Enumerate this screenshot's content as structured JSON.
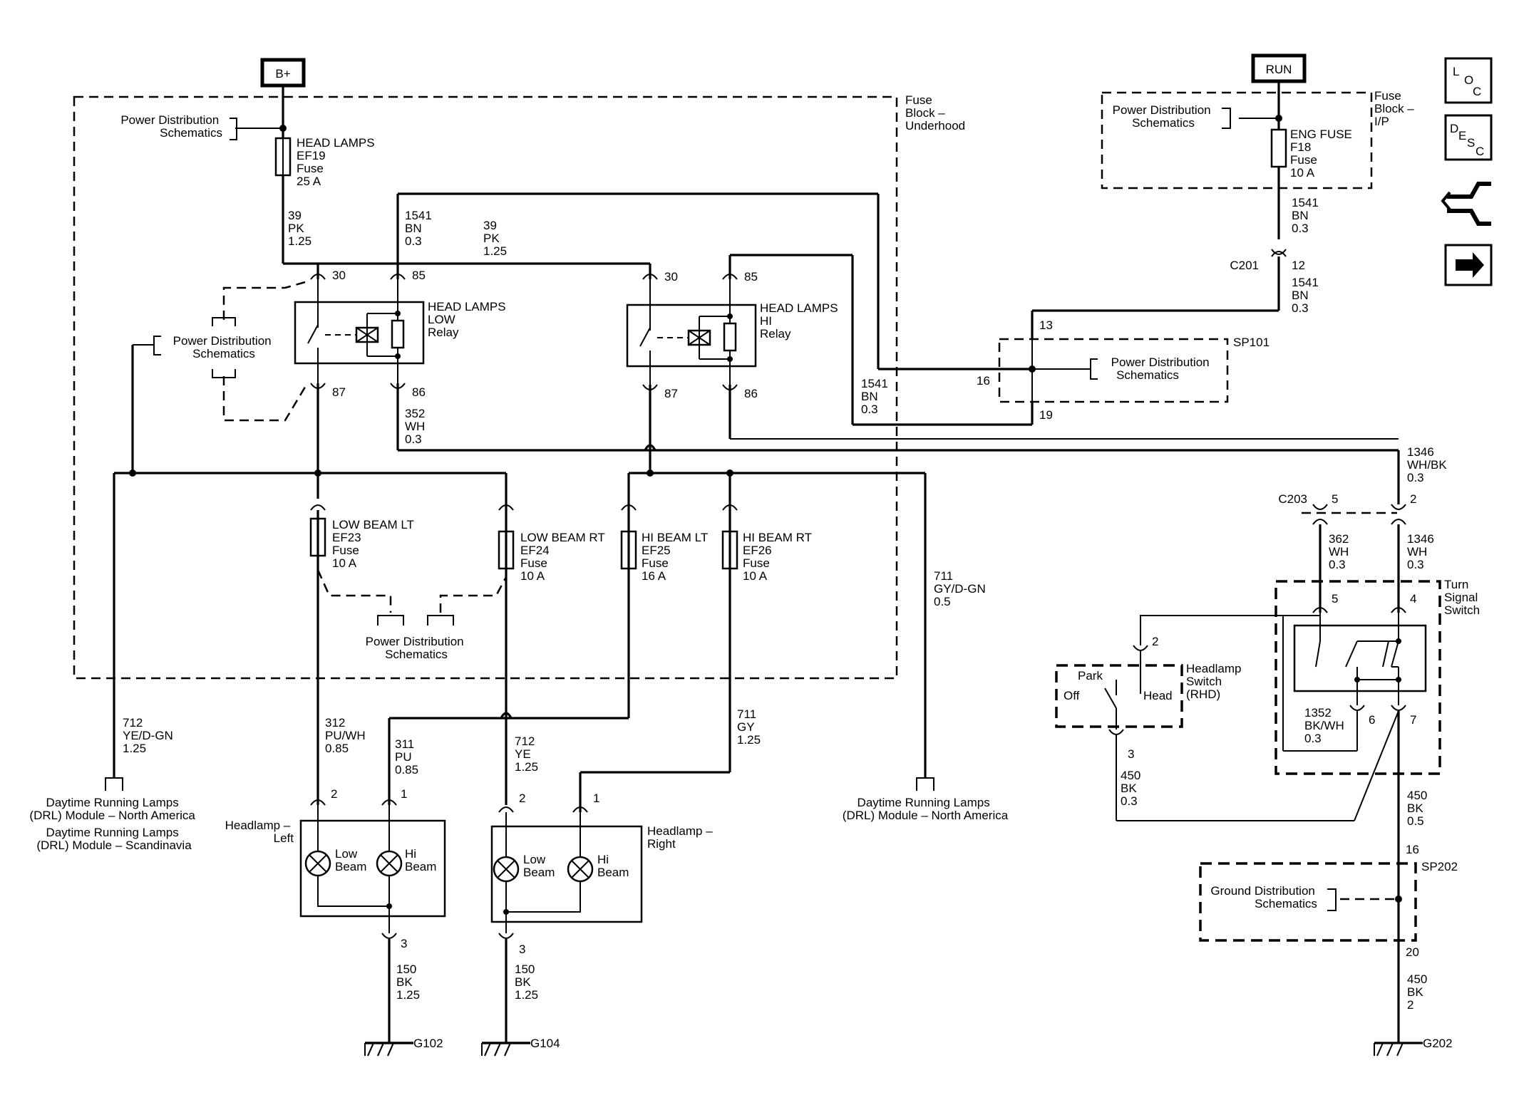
{
  "sources": {
    "bplus": "B+",
    "run": "RUN"
  },
  "nav_icons": {
    "loc": [
      "L",
      "O",
      "C"
    ],
    "desc": [
      "D",
      "E",
      "S",
      "C"
    ]
  },
  "icons": [
    "loc-icon",
    "desc-icon",
    "connector-handle-icon",
    "next-arrow-icon"
  ],
  "blocks": {
    "fuse_underhood": [
      "Fuse",
      "Block –",
      "Underhood"
    ],
    "fuse_ip": [
      "Fuse",
      "Block –",
      "I/P"
    ],
    "sp101": "SP101",
    "sp202": "SP202",
    "turn_signal": [
      "Turn",
      "Signal",
      "Switch"
    ],
    "headlamp_switch": [
      "Headlamp",
      "Switch",
      "(RHD)"
    ]
  },
  "pds": [
    "Power Distribution",
    "Schematics"
  ],
  "gds": [
    "Ground Distribution",
    "Schematics"
  ],
  "fuses": {
    "ef19": [
      "HEAD LAMPS",
      "EF19",
      "Fuse",
      "25 A"
    ],
    "f18": [
      "ENG FUSE",
      "F18",
      "Fuse",
      "10 A"
    ],
    "ef23": [
      "LOW BEAM LT",
      "EF23",
      "Fuse",
      "10 A"
    ],
    "ef24": [
      "LOW BEAM RT",
      "EF24",
      "Fuse",
      "10 A"
    ],
    "ef25": [
      "HI BEAM LT",
      "EF25",
      "Fuse",
      "16 A"
    ],
    "ef26": [
      "HI BEAM RT",
      "EF26",
      "Fuse",
      "10 A"
    ]
  },
  "relays": {
    "low": [
      "HEAD LAMPS",
      "LOW",
      "Relay"
    ],
    "hi": [
      "HEAD LAMPS",
      "HI",
      "Relay"
    ]
  },
  "wires": {
    "w39a": [
      "39",
      "PK",
      "1.25"
    ],
    "w1541a": [
      "1541",
      "BN",
      "0.3"
    ],
    "w39b": [
      "39",
      "PK",
      "1.25"
    ],
    "w1541b": [
      "1541",
      "BN",
      "0.3"
    ],
    "w1541c": [
      "1541",
      "BN",
      "0.3"
    ],
    "w1541d": [
      "1541",
      "BN",
      "0.3"
    ],
    "w352": [
      "352",
      "WH",
      "0.3"
    ],
    "w1346a": [
      "1346",
      "WH/BK",
      "0.3"
    ],
    "w362": [
      "362",
      "WH",
      "0.3"
    ],
    "w1346b": [
      "1346",
      "WH",
      "0.3"
    ],
    "w1352": [
      "1352",
      "BK/WH",
      "0.3"
    ],
    "w450a": [
      "450",
      "BK",
      "0.3"
    ],
    "w450b": [
      "450",
      "BK",
      "0.5"
    ],
    "w450c": [
      "450",
      "BK",
      "2"
    ],
    "w711a": [
      "711",
      "GY/D-GN",
      "0.5"
    ],
    "w712a": [
      "712",
      "YE/D-GN",
      "1.25"
    ],
    "w312": [
      "312",
      "PU/WH",
      "0.85"
    ],
    "w311": [
      "311",
      "PU",
      "0.85"
    ],
    "w712b": [
      "712",
      "YE",
      "1.25"
    ],
    "w711b": [
      "711",
      "GY",
      "1.25"
    ],
    "w150a": [
      "150",
      "BK",
      "1.25"
    ],
    "w150b": [
      "150",
      "BK",
      "1.25"
    ]
  },
  "pins": {
    "low30": "30",
    "low85": "85",
    "low87": "87",
    "low86": "86",
    "hi30": "30",
    "hi85": "85",
    "hi87": "87",
    "hi86": "86",
    "c201": "C201",
    "c201pin": "12",
    "sp101_13": "13",
    "sp101_16": "16",
    "sp101_19": "19",
    "c203": "C203",
    "c203_5": "5",
    "c203_2": "2",
    "ts5": "5",
    "ts4": "4",
    "ts6": "6",
    "ts7": "7",
    "hs2": "2",
    "hs3": "3",
    "sp202_16": "16",
    "sp202_20": "20",
    "hl_l2": "2",
    "hl_l1": "1",
    "hl_l3": "3",
    "hl_r2": "2",
    "hl_r1": "1",
    "hl_r3": "3"
  },
  "switch_positions": {
    "park": "Park",
    "off": "Off",
    "head": "Head"
  },
  "headlamps": {
    "left": [
      "Headlamp –",
      "Left"
    ],
    "right": [
      "Headlamp –",
      "Right"
    ],
    "low": [
      "Low",
      "Beam"
    ],
    "hi": [
      "Hi",
      "Beam"
    ]
  },
  "drl": {
    "left": [
      "Daytime Running Lamps",
      "(DRL) Module – North America",
      "Daytime Running Lamps",
      "(DRL) Module – Scandinavia"
    ],
    "right": [
      "Daytime Running Lamps",
      "(DRL) Module – North America"
    ]
  },
  "grounds": {
    "g102": "G102",
    "g104": "G104",
    "g202": "G202"
  }
}
